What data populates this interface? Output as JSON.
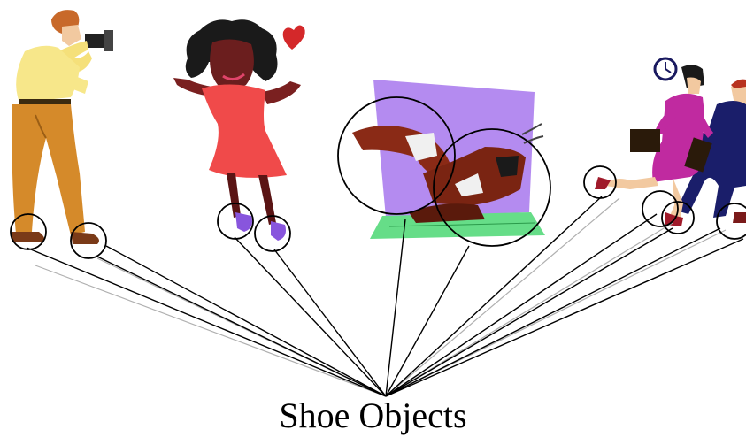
{
  "caption": "Shoe Objects",
  "figures": [
    {
      "id": "photographer",
      "icon": "photographer-icon"
    },
    {
      "id": "dancing-girl",
      "icon": "dancing-girl-icon"
    },
    {
      "id": "kicking-feet",
      "icon": "kicking-feet-icon"
    },
    {
      "id": "running-businesspeople",
      "icon": "running-businesspeople-icon"
    }
  ],
  "colors": {
    "lines": "#000000",
    "shadow_lines": "#b0b0b0",
    "circles": "#000000"
  }
}
